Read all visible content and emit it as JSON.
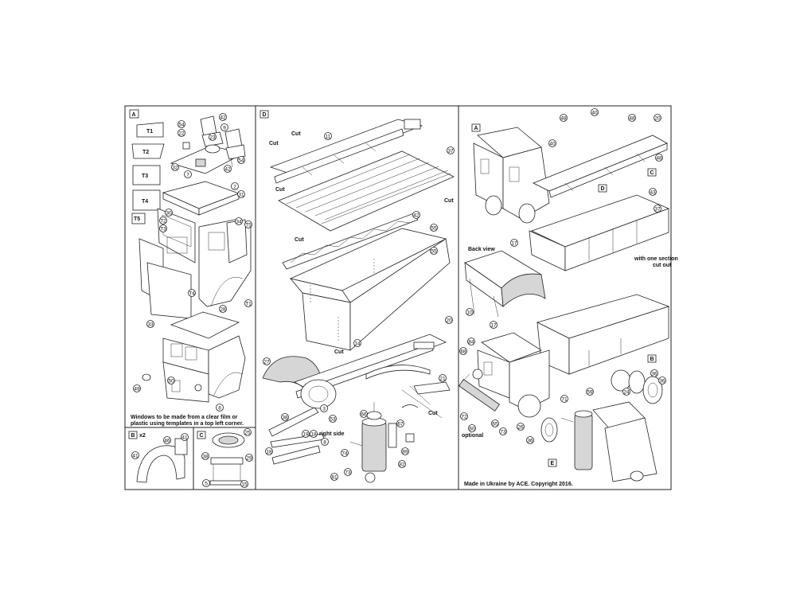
{
  "sections": {
    "A1": "A",
    "B1": "B",
    "C1": "C",
    "D1": "D",
    "A2": "A",
    "B2": "B",
    "C2": "C",
    "D2": "D",
    "E2": "E"
  },
  "templates": [
    "T1",
    "T2",
    "T3",
    "T4",
    "T5"
  ],
  "b_count": "x2",
  "notes": {
    "windows": [
      "Windows to be made from a clear film or",
      "plastic using templates in a top left corner."
    ],
    "cut": "Cut",
    "right_side": "right side",
    "back_view": "Back view",
    "optional": "optional",
    "with_section": [
      "with one section",
      "cut out"
    ],
    "copyright": "Made in Ukraine by ACE. Copyright 2016."
  },
  "callouts_panel_a": [
    "54",
    "22",
    "23",
    "42",
    "9",
    "7",
    "32",
    "54",
    "42",
    "2",
    "31",
    "30",
    "T2",
    "T3",
    "34",
    "T5",
    "T4",
    "T1",
    "28",
    "33",
    "49",
    "50",
    "8"
  ],
  "callouts_panel_b": [
    "46",
    "41",
    "41"
  ],
  "callouts_panel_c": [
    "25",
    "38",
    "29",
    "5",
    "15"
  ],
  "callouts_panel_d": [
    "11",
    "37",
    "42",
    "55",
    "55",
    "20",
    "14",
    "27",
    "3",
    "38",
    "53",
    "8",
    "18",
    "19",
    "18",
    "66",
    "67",
    "21",
    "74",
    "89",
    "73",
    "81",
    "82"
  ],
  "callouts_panel_right": [
    "48",
    "40",
    "48",
    "20",
    "48",
    "40",
    "43",
    "37",
    "17",
    "10",
    "17",
    "68",
    "84",
    "72",
    "60",
    "65",
    "73",
    "26",
    "36",
    "71",
    "59",
    "24",
    "36",
    "36"
  ]
}
